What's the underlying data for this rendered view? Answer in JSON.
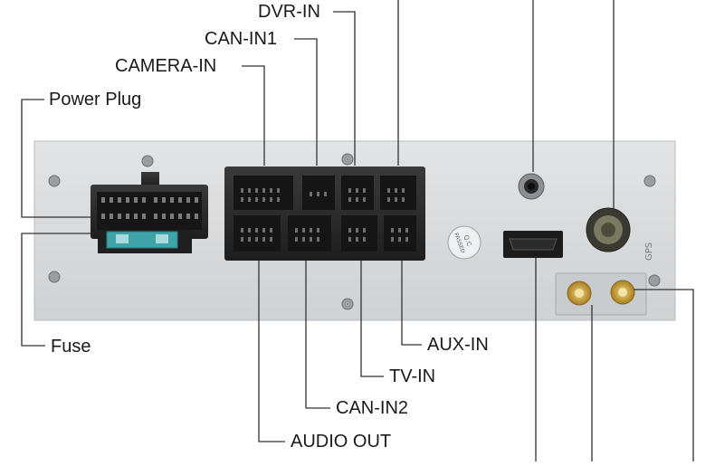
{
  "labels": {
    "dvr_in": "DVR-IN",
    "can_in1": "CAN-IN1",
    "camera_in": "CAMERA-IN",
    "power_plug": "Power Plug",
    "fuse": "Fuse",
    "aux_in": "AUX-IN",
    "tv_in": "TV-IN",
    "can_in2": "CAN-IN2",
    "audio_out": "AUDIO OUT"
  },
  "stickers": {
    "qc_line1": "Q.C",
    "qc_line2": "PASSED",
    "gps": "GPS"
  },
  "colors": {
    "panel": "#d7dadc",
    "connector": "#2b2b2b",
    "fuse": "#3fa3a8",
    "gold": "#c9a03c",
    "leader": "#333333"
  }
}
